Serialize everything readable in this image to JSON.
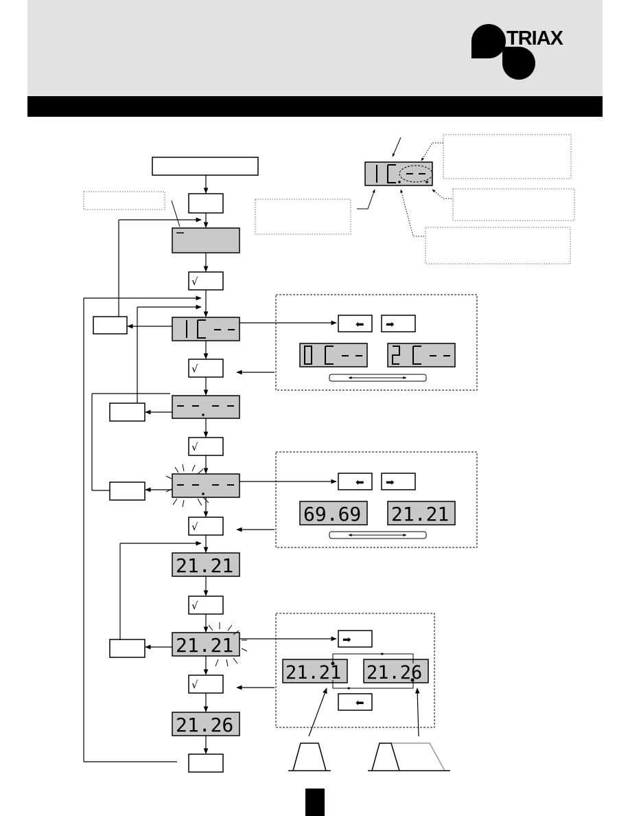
{
  "brand": {
    "name": "TRIAX"
  },
  "keys": {
    "ok": "√",
    "left": "⬅",
    "right": "➡"
  },
  "displays": {
    "example": "1C.--",
    "step_channel": "1C--",
    "option_prev": "0C--",
    "option_next": "2C--",
    "step_empty": "-.---",
    "step_blink": "-.---",
    "freq_a": "69.69",
    "freq_b": "21.21",
    "step_freq": "21.21",
    "step_edit": "21.21",
    "edit_from": "21.21",
    "edit_to": "21.26",
    "result": "21.26"
  },
  "colors": {
    "header_bg": "#e2e2e4",
    "lcd_bg": "#c8c8c8",
    "ink": "#000000",
    "filter_gray": "#999999"
  },
  "icons": {
    "ok_key": "check-mark-icon",
    "left_key": "left-arrow-icon",
    "right_key": "right-arrow-icon",
    "blink": "blink-rays-icon",
    "filter": "filter-response-icon"
  }
}
